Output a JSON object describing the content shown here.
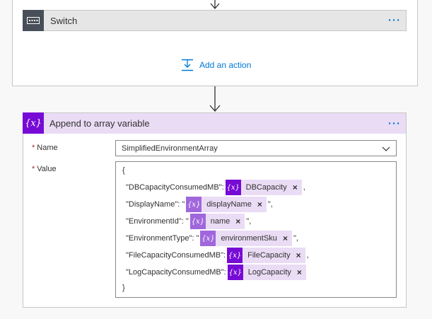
{
  "switch_card": {
    "title": "Switch",
    "more": "···"
  },
  "add_action": {
    "label": "Add an action"
  },
  "append_card": {
    "title": "Append to array variable",
    "more": "···",
    "name_field": {
      "label": "Name",
      "required_mark": "*",
      "value": "SimplifiedEnvironmentArray"
    },
    "value_field": {
      "label": "Value",
      "required_mark": "*",
      "open_brace": "{",
      "close_brace": "}",
      "lines": [
        {
          "key": "\"DBCapacityConsumedMB\": ",
          "token": "DBCapacity",
          "trail": ",",
          "icon": "{x}",
          "close": "×"
        },
        {
          "key": "\"DisplayName\": \"",
          "token": "displayName",
          "trail": "\",",
          "icon": "{x}",
          "close": "×"
        },
        {
          "key": "\"EnvironmentId\": \"",
          "token": "name",
          "trail": "\",",
          "icon": "{x}",
          "close": "×"
        },
        {
          "key": "\"EnvironmentType\": \"",
          "token": "environmentSku",
          "trail": "\",",
          "icon": "{x}",
          "close": "×"
        },
        {
          "key": "\"FileCapacityConsumedMB\": ",
          "token": "FileCapacity",
          "trail": ",",
          "icon": "{x}",
          "close": "×"
        },
        {
          "key": "\"LogCapacityConsumedMB\": ",
          "token": "LogCapacity",
          "trail": "",
          "icon": "{x}",
          "close": "×"
        }
      ]
    }
  },
  "icons": {
    "switch": "switch-icon",
    "variable": "variable-icon",
    "add_action": "add-action-icon",
    "chevron": "chevron-down-icon"
  },
  "colors": {
    "accent_blue": "#0078d4",
    "variable_purple": "#770bd6",
    "variable_purple_light": "#a067dc",
    "header_lavender": "#eadcf5",
    "switch_header": "#e6e6e6",
    "switch_icon_bg": "#484f58"
  }
}
